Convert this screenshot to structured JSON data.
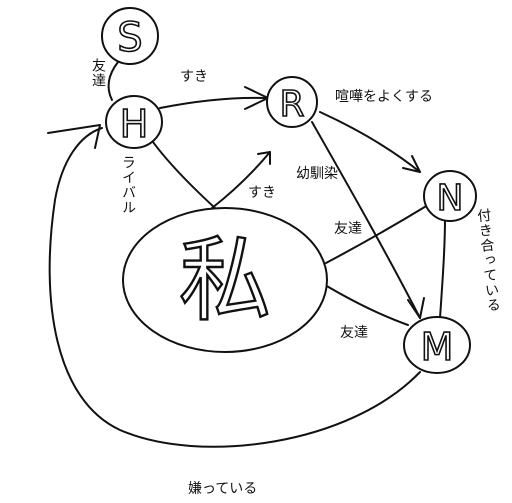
{
  "nodes": {
    "s": {
      "label": "S"
    },
    "h": {
      "label": "H"
    },
    "r": {
      "label": "R"
    },
    "n": {
      "label": "N"
    },
    "m": {
      "label": "M"
    },
    "me": {
      "label": "私"
    }
  },
  "edges": {
    "s_h": {
      "label": "友達"
    },
    "h_r": {
      "label": "すき"
    },
    "h_me": {
      "label": "ライバル"
    },
    "me_r": {
      "label": "すき"
    },
    "r_n": {
      "label": "喧嘩をよくする"
    },
    "r_m": {
      "label": "幼馴染"
    },
    "me_n": {
      "label": "友達"
    },
    "me_m": {
      "label": "友達"
    },
    "n_m": {
      "label": "付き合っている"
    },
    "m_h": {
      "label": "嫌っている"
    }
  }
}
